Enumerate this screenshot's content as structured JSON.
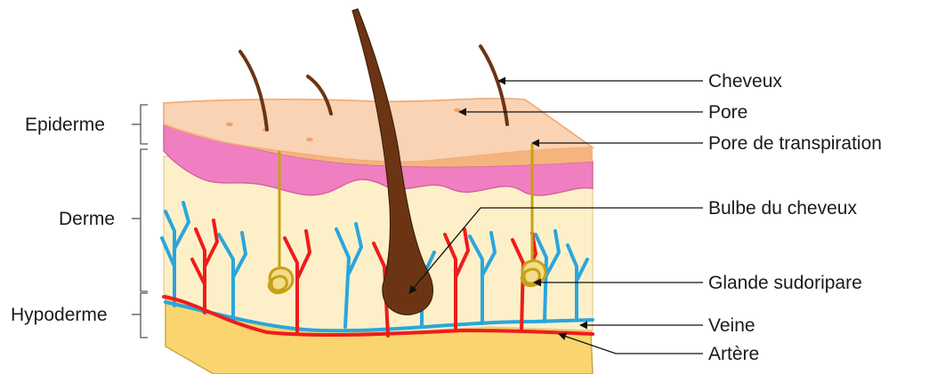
{
  "layers": {
    "epidermis": "Epiderme",
    "dermis": "Derme",
    "hypodermis": "Hypoderme"
  },
  "callouts": {
    "hair": "Cheveux",
    "pore": "Pore",
    "sweat_pore": "Pore de transpiration",
    "hair_bulb": "Bulbe du cheveux",
    "sweat_gland": "Glande sudoripare",
    "vein": "Veine",
    "artery": "Artère"
  },
  "colors": {
    "epidermis": "#f9d3b4",
    "epidermis_edge": "#f5b47e",
    "pink_layer": "#f07fc1",
    "dermis": "#fdf0c8",
    "fat": "#fad56f",
    "hair": "#6b3514",
    "artery": "#ee1c1c",
    "vein": "#2aa6dd",
    "gland": "#c8a018"
  }
}
